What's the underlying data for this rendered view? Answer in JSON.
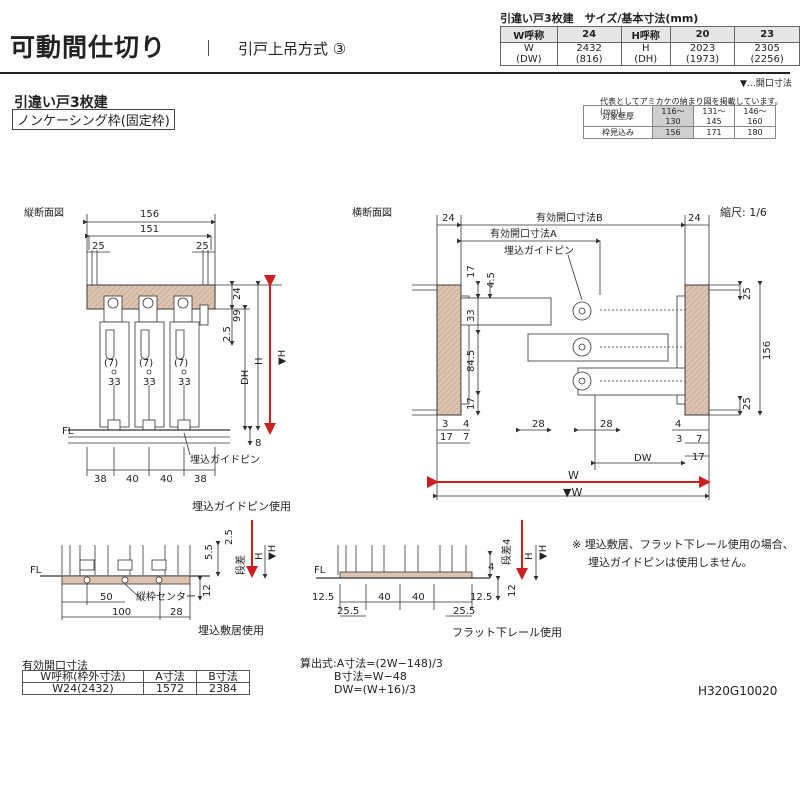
{
  "header": {
    "title": "可動間仕切り",
    "subtitle": "引戸上吊方式 ③"
  },
  "size_table": {
    "caption": "引違い戸3枚建　サイズ/基本寸法(mm)",
    "w_label": "W呼称",
    "w_code": "24",
    "h_label": "H呼称",
    "h_code_1": "20",
    "h_code_2": "23",
    "w_dim_label": "W",
    "w_dim_sub": "(DW)",
    "w_value": "2432",
    "w_value_sub": "(816)",
    "h_dim_label": "H",
    "h_dim_sub": "(DH)",
    "h_value_1": "2023",
    "h_value_1_sub": "(1973)",
    "h_value_2": "2305",
    "h_value_2_sub": "(2256)"
  },
  "legend": "▼…開口寸法",
  "section": {
    "title": "引違い戸3枚建",
    "subtitle": "ノンケーシング枠(固定枠)"
  },
  "frame_table": {
    "note": "代表としてアミカケの納まり図を掲載しています。",
    "unit": "(mm)",
    "row1": [
      "対象壁厚",
      "116〜130",
      "131〜145",
      "146〜160"
    ],
    "row2": [
      "枠見込み",
      "156",
      "171",
      "180"
    ]
  },
  "vertical_section": {
    "label": "縦断面図",
    "dim_156": "156",
    "dim_151": "151",
    "dim_25a": "25",
    "dim_25b": "25",
    "dim_24": "24",
    "dim_99": "99",
    "dim_2_5": "2.5",
    "mark_7a": "(7)",
    "mark_7b": "(7)",
    "mark_7c": "(7)",
    "dim_33a": "33",
    "dim_33b": "33",
    "dim_33c": "33",
    "dim_DH": "DH",
    "dim_H": "H",
    "dim_vH": "▼H",
    "fl": "FL",
    "dim_8": "8",
    "dim_38a": "38",
    "dim_40a": "40",
    "dim_40b": "40",
    "dim_38b": "38",
    "guide_pin": "埋込ガイドピン",
    "guide_pin_use": "埋込ガイドピン使用"
  },
  "horizontal_section": {
    "label": "横断面図",
    "scale": "縮尺: 1/6",
    "dim_24a": "24",
    "dim_24b": "24",
    "effective_B": "有効開口寸法B",
    "effective_A": "有効開口寸法A",
    "guide_pin": "埋込ガイドピン",
    "dim_17a": "17",
    "dim_4_5": "4.5",
    "dim_33": "33",
    "dim_84_5": "84.5",
    "dim_17b": "17",
    "dim_3": "3",
    "dim_4": "4",
    "dim_17c": "17",
    "dim_7": "7",
    "dim_28a": "28",
    "dim_28b": "28",
    "dim_4r": "4",
    "dim_3r": "3",
    "dim_7r": "7",
    "dim_17r": "17",
    "dim_DW": "DW",
    "dim_25t": "25",
    "dim_156": "156",
    "dim_25b": "25",
    "dim_W": "W",
    "dim_vW": "▼W"
  },
  "detail_sill": {
    "fl": "FL",
    "dim_2_5": "2.5",
    "dim_5_5": "5.5",
    "step": "段差",
    "dim_H": "H",
    "dim_vH": "▼H",
    "dim_12": "12",
    "dim_50": "50",
    "center": "縦枠センター",
    "dim_100": "100",
    "dim_28": "28",
    "caption": "埋込敷居使用"
  },
  "detail_flat": {
    "fl": "FL",
    "step": "段差4",
    "dim_4": "4",
    "dim_H": "H",
    "dim_vH": "▼H",
    "dim_12": "12",
    "dim_12_5a": "12.5",
    "dim_40a": "40",
    "dim_40b": "40",
    "dim_12_5b": "12.5",
    "dim_25_5a": "25.5",
    "dim_25_5b": "25.5",
    "caption": "フラット下レール使用"
  },
  "note": {
    "line1": "※  埋込敷居、フラット下レール使用の場合、",
    "line2": "埋込ガイドピンは使用しません。"
  },
  "opening_table": {
    "caption": "有効開口寸法",
    "headers": [
      "W呼称(枠外寸法)",
      "A寸法",
      "B寸法"
    ],
    "row": [
      "W24(2432)",
      "1572",
      "2384"
    ]
  },
  "formula": {
    "line1": "算出式:A寸法=(2W−148)/3",
    "line2": "B寸法=W−48",
    "line3": "DW=(W+16)/3"
  },
  "code": "H320G10020",
  "colors": {
    "frame_fill": "#dcc4b0",
    "arrow_red": "#cc2020",
    "line": "#333333",
    "table_header": "#e6e6e6"
  }
}
